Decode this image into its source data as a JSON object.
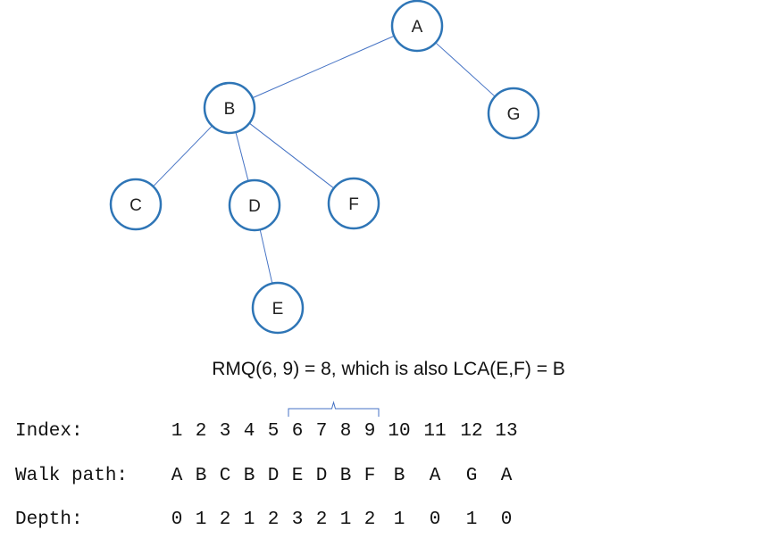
{
  "tree": {
    "nodes": [
      {
        "id": "A",
        "label": "A"
      },
      {
        "id": "B",
        "label": "B"
      },
      {
        "id": "G",
        "label": "G"
      },
      {
        "id": "C",
        "label": "C"
      },
      {
        "id": "D",
        "label": "D"
      },
      {
        "id": "F",
        "label": "F"
      },
      {
        "id": "E",
        "label": "E"
      }
    ],
    "edges": [
      [
        "A",
        "B"
      ],
      [
        "A",
        "G"
      ],
      [
        "B",
        "C"
      ],
      [
        "B",
        "D"
      ],
      [
        "B",
        "F"
      ],
      [
        "D",
        "E"
      ]
    ],
    "colors": {
      "node_stroke": "#2e75b6",
      "edge": "#4472c4",
      "node_fill": "#ffffff"
    }
  },
  "caption": "RMQ(6, 9) = 8, which is also LCA(E,F) = B",
  "table": {
    "index_label": "Index:",
    "walk_label": "Walk path:",
    "depth_label": "Depth:",
    "indices": [
      "1",
      "2",
      "3",
      "4",
      "5",
      "6",
      "7",
      "8",
      "9",
      "10",
      "11",
      "12",
      "13"
    ],
    "walk": [
      "A",
      "B",
      "C",
      "B",
      "D",
      "E",
      "D",
      "B",
      "F",
      "B",
      "A",
      "G",
      "A"
    ],
    "depth": [
      "0",
      "1",
      "2",
      "1",
      "2",
      "3",
      "2",
      "1",
      "2",
      "1",
      "0",
      "1",
      "0"
    ],
    "bracket_range": [
      6,
      9
    ]
  }
}
